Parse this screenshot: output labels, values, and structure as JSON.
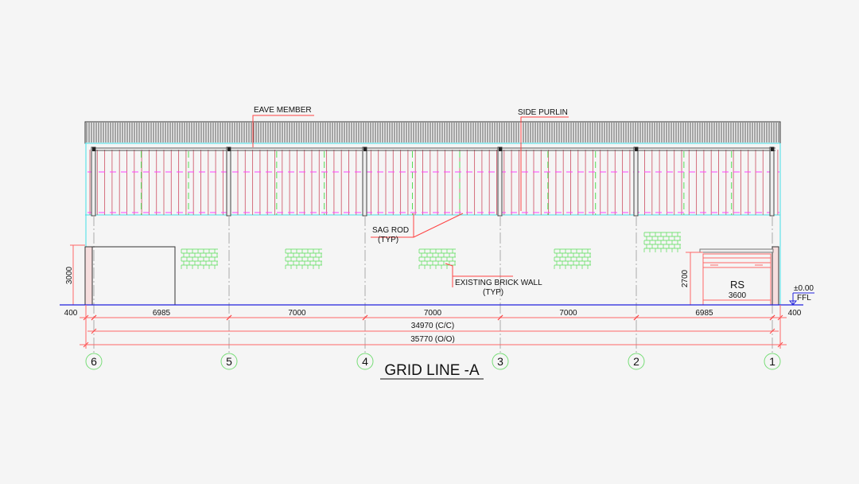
{
  "title": "GRID LINE -A",
  "labels": {
    "eave_member": "EAVE MEMBER",
    "side_purlin": "SIDE PURLIN",
    "sag_rod": "SAG ROD",
    "sag_rod_typ": "(TYP)",
    "brick_wall": "EXISTING BRICK WALL",
    "brick_wall_typ": "(TYP)",
    "rs": "RS",
    "rs_width": "3600",
    "rs_height": "2700",
    "wall_height": "3000",
    "level": "±0.00",
    "ffl": "FFL"
  },
  "dimensions": {
    "left_offset": "400",
    "right_offset": "400",
    "bays": [
      "6985",
      "7000",
      "7000",
      "7000",
      "6985"
    ],
    "center_to_center": "34970 (C/C)",
    "out_to_out": "35770 (O/O)"
  },
  "grids": [
    "6",
    "5",
    "4",
    "3",
    "2",
    "1"
  ],
  "colors": {
    "background": "#f5f5f5",
    "dim": "#ff4444",
    "ground": "#2222dd",
    "cyan": "#44e0e8",
    "magenta": "#ff44ff",
    "green": "#55dd55"
  }
}
